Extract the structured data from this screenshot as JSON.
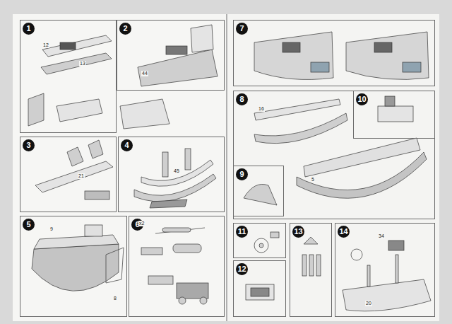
{
  "diagram": {
    "nodes": [
      {
        "text": [
          "1"
        ]
      },
      {
        "text": [
          "2"
        ]
      },
      {
        "text": [
          "3"
        ]
      },
      {
        "text": [
          "4"
        ]
      },
      {
        "text": [
          "5"
        ]
      },
      {
        "text": [
          "6"
        ]
      },
      {
        "text": [
          "7"
        ]
      },
      {
        "text": [
          "8"
        ]
      },
      {
        "text": [
          "9"
        ],
        "in": 7
      },
      {
        "text": [
          "10"
        ],
        "in": 7
      },
      {
        "text": [
          "11"
        ]
      },
      {
        "text": [
          "12"
        ]
      },
      {
        "text": [
          "13"
        ]
      },
      {
        "text": [
          "14"
        ]
      }
    ],
    "labels": [
      "x2",
      "12",
      "13",
      "44",
      "45",
      "9",
      "21",
      "8",
      "16",
      "5",
      "34",
      "20"
    ]
  }
}
